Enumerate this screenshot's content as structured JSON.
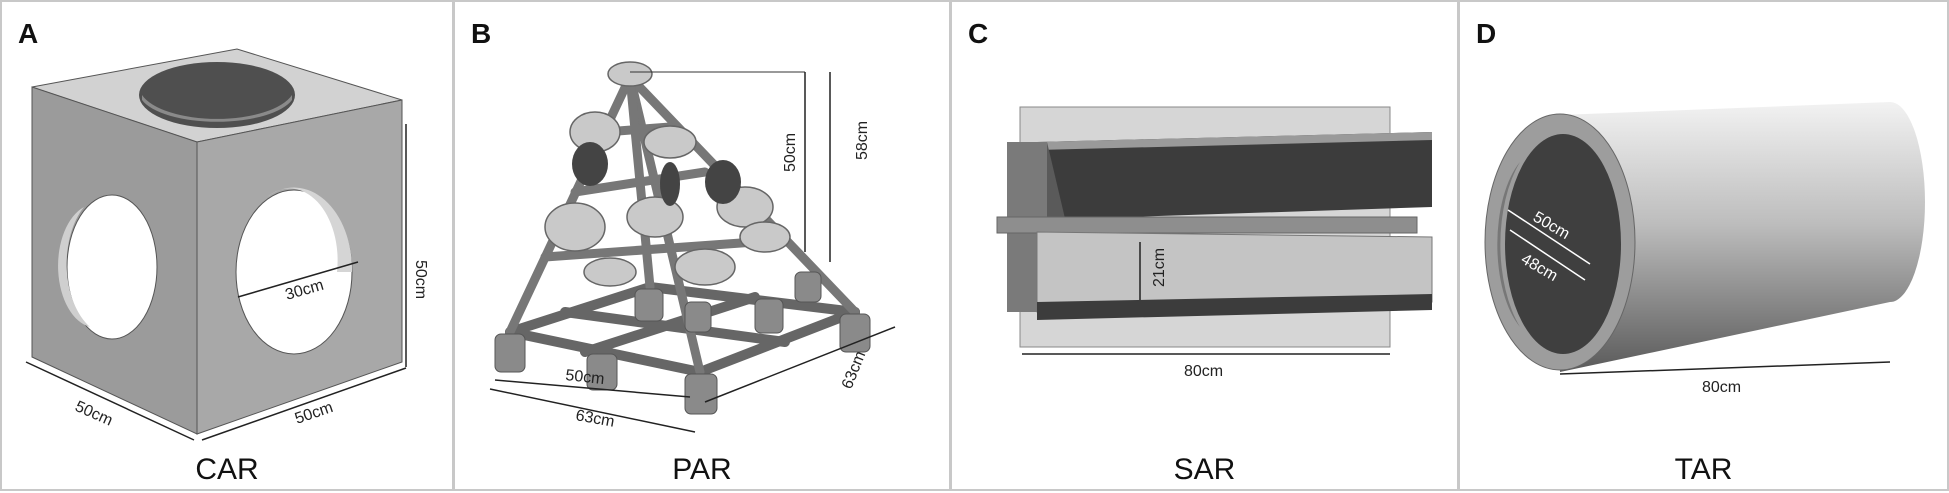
{
  "panels": [
    {
      "letter": "A",
      "name": "CAR",
      "dims": {
        "height": "50cm",
        "depth": "50cm",
        "width": "50cm",
        "hole": "30cm"
      }
    },
    {
      "letter": "B",
      "name": "PAR",
      "dims": {
        "inner_height": "50cm",
        "outer_height": "58cm",
        "inner_base": "50cm",
        "front_base": "63cm",
        "side_base": "63cm"
      }
    },
    {
      "letter": "C",
      "name": "SAR",
      "dims": {
        "gap": "21cm",
        "length": "80cm"
      }
    },
    {
      "letter": "D",
      "name": "TAR",
      "dims": {
        "outer_diameter": "50cm",
        "inner_diameter": "48cm",
        "length": "80cm"
      }
    }
  ]
}
